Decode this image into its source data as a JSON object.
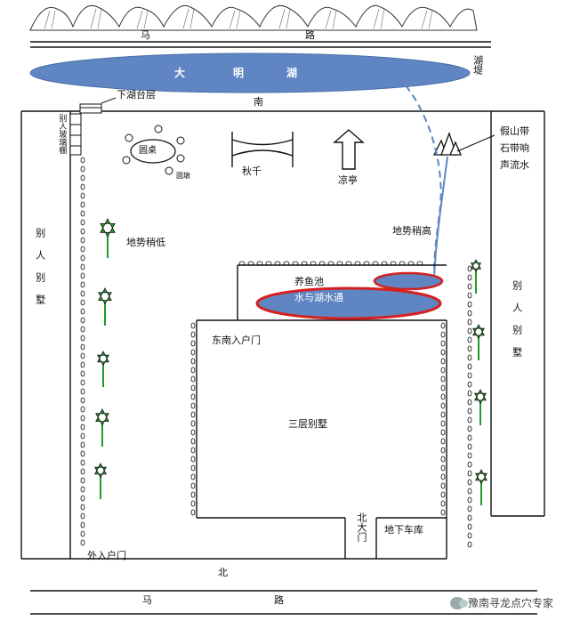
{
  "roads": {
    "top_left": "马",
    "top_right": "路",
    "bottom_left": "马",
    "bottom_right": "路"
  },
  "lake": {
    "chars": [
      "大",
      "明",
      "湖"
    ],
    "side_label": "湖堤"
  },
  "directions": {
    "south": "南",
    "north": "北"
  },
  "labels": {
    "lower_platform": "下湖台层",
    "greenhouse": "别人玻璃棚",
    "round_table": "圆桌",
    "round_stool": "圆墩",
    "swing": "秋千",
    "pavilion": "凉亭",
    "rockery": "假山带石带响声流水",
    "terrain_low": "地势稍低",
    "terrain_high": "地势稍高",
    "fish_pond": "养鱼池",
    "water_link": "水与湖水通",
    "se_entrance": "东南入户门",
    "villa": "三层别墅",
    "north_gate": "北大门",
    "garage": "地下车库",
    "outer_entrance": "外入户门",
    "left_neighbor": "别人别墅",
    "right_neighbor": "别人别墅"
  },
  "watermark": "豫南寻龙点穴专家",
  "colors": {
    "lake": "#5f86c2",
    "ring": "#d42020",
    "tree": "#1f9c2a",
    "stream": "#5f86c2"
  }
}
